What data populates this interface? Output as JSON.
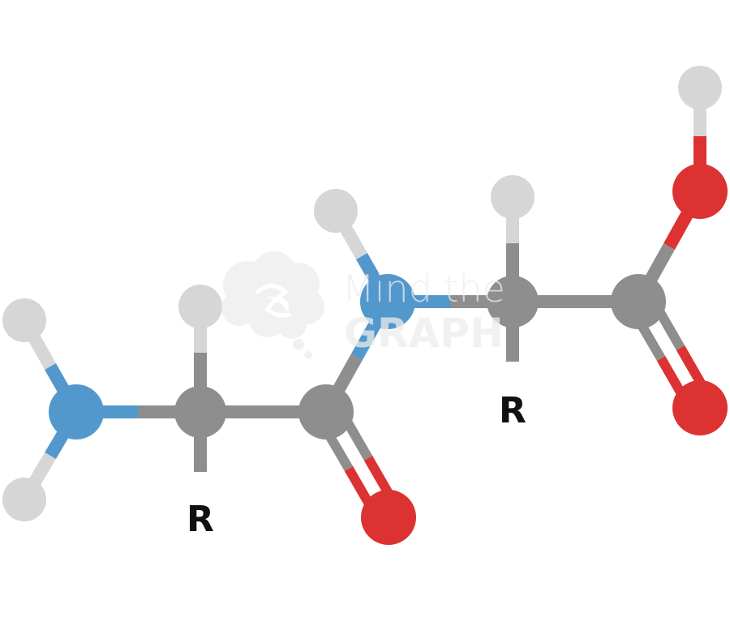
{
  "labels": {
    "r1": "R",
    "r2": "R"
  },
  "watermark": {
    "line1": "Mind the",
    "line2": "GRAPH"
  },
  "colors": {
    "carbon": "#8e8e8e",
    "hydrogen": "#d6d6d6",
    "nitrogen": "#5398cc",
    "oxygen": "#dc3232",
    "label": "#111111",
    "watermark": "#ededed"
  }
}
